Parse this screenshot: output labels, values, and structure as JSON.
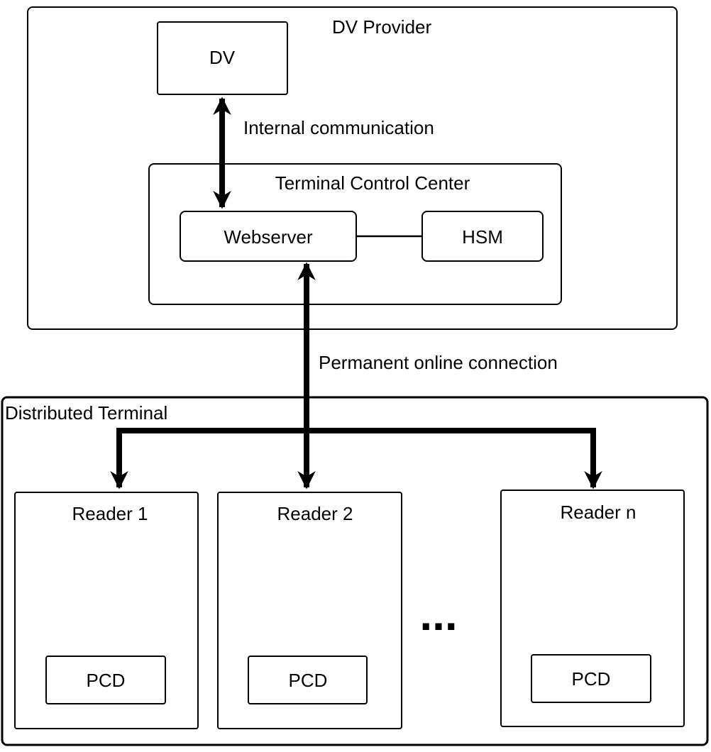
{
  "provider": {
    "title": "DV Provider",
    "dv_label": "DV",
    "internal_label": "Internal communication"
  },
  "control_center": {
    "title": "Terminal Control Center",
    "webserver_label": "Webserver",
    "hsm_label": "HSM"
  },
  "connection": {
    "label": "Permanent online connection"
  },
  "terminal": {
    "title": "Distributed Terminal",
    "readers": [
      {
        "label": "Reader 1",
        "pcd_label": "PCD"
      },
      {
        "label": "Reader 2",
        "pcd_label": "PCD"
      },
      {
        "label": "Reader n",
        "pcd_label": "PCD"
      }
    ],
    "ellipsis": "..."
  },
  "colors": {
    "stroke": "#000000",
    "background": "#ffffff"
  }
}
